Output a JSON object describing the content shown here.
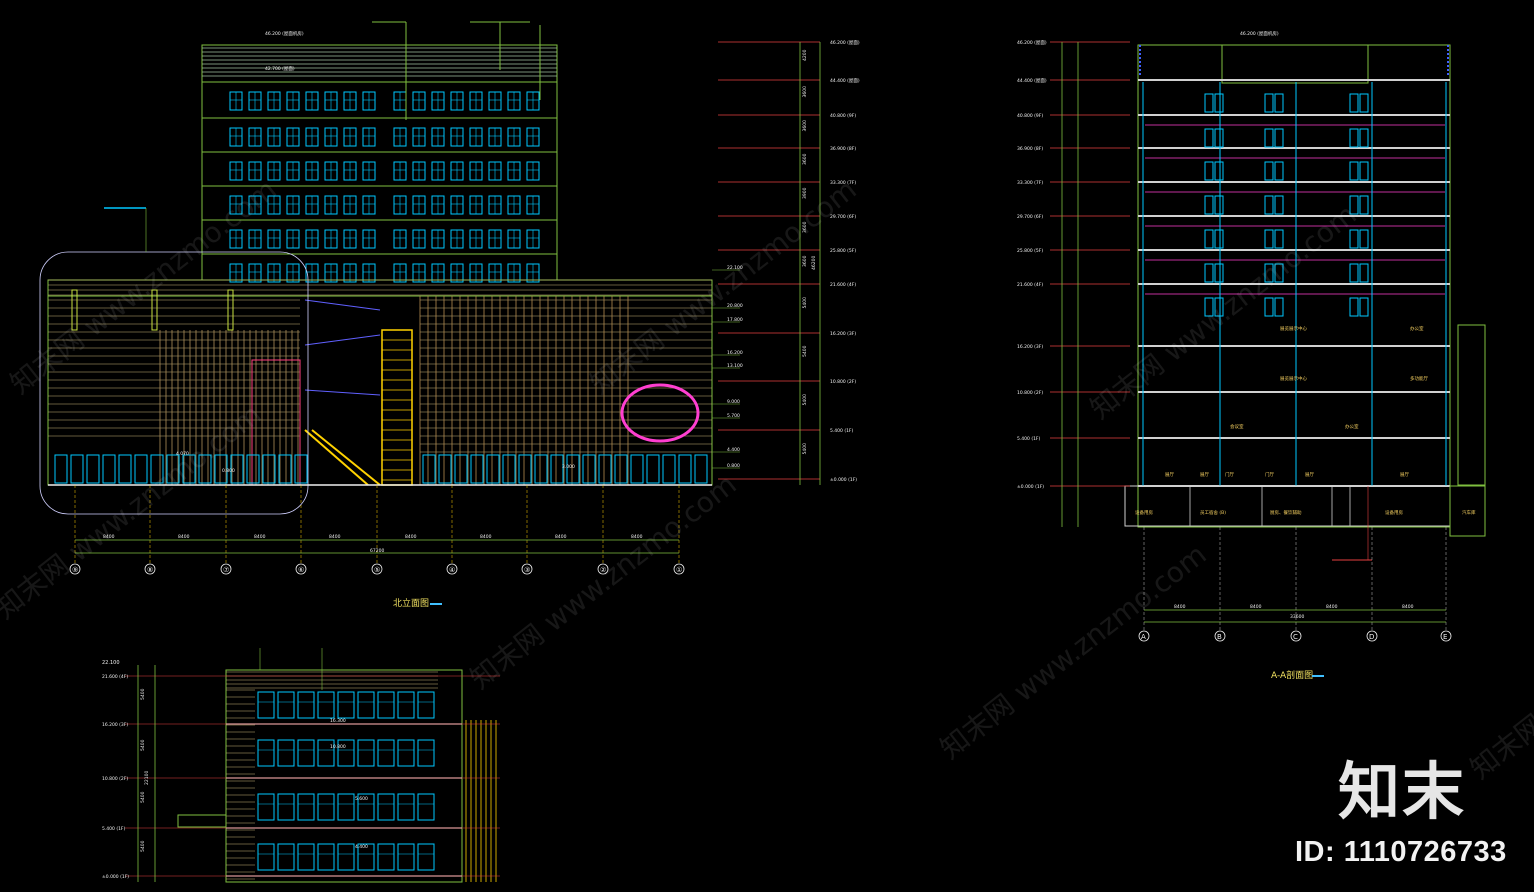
{
  "drawings": {
    "north_elevation": {
      "title": "北立面图",
      "top_elev": "46.200 (屋面机房)",
      "roof_elev": "42.700 (屋面)",
      "grid_labels": [
        "⑨",
        "⑧",
        "⑦",
        "⑥",
        "⑤",
        "④",
        "③",
        "②",
        "①"
      ],
      "dims": [
        "8400",
        "8400",
        "8400",
        "8400",
        "8400",
        "8400",
        "8400",
        "8400"
      ],
      "total_dim": "67200",
      "floor_labels": [
        "46.200 (屋面)",
        "44.400 (屋面)",
        "40.800 (9F)",
        "36.900 (8F)",
        "33.300 (7F)",
        "29.700 (6F)",
        "25.800 (5F)",
        "21.600 (4F)",
        "16.200 (3F)",
        "10.800 (2F)",
        "5.400 (1F)",
        "±0.000 (1F)"
      ],
      "floor_heights": [
        "4200",
        "3600",
        "3600",
        "3600",
        "3900",
        "3600",
        "3600",
        "5400",
        "5400",
        "5400",
        "5400"
      ],
      "note_elevs": [
        "22.100",
        "20.800",
        "17.800",
        "16.200",
        "13.100",
        "9.000",
        "5.700",
        "4.400",
        "0.800"
      ],
      "inside_marks": [
        "4.070",
        "0.800",
        "3.000"
      ],
      "total_height": "46200"
    },
    "section_aa": {
      "title": "A-A剖面图",
      "top_elev": "46.200 (屋面机房)",
      "floor_labels": [
        "46.200 (屋面)",
        "44.400 (屋面)",
        "40.800 (9F)",
        "36.900 (8F)",
        "33.300 (7F)",
        "29.700 (6F)",
        "25.800 (5F)",
        "21.600 (4F)",
        "16.200 (3F)",
        "10.800 (2F)",
        "5.400 (1F)",
        "±0.000 (1F)"
      ],
      "room_labels": [
        "展览展示中心",
        "展览展示中心",
        "会议室",
        "办公室",
        "门厅",
        "展厅",
        "展厅",
        "门厅",
        "展厅",
        "展厅",
        "办公室",
        "多功能厅"
      ],
      "base_labels": [
        "设备用房",
        "员工宿舍 (B)",
        "厨房、餐饮辅助",
        "设备用房",
        "汽车库"
      ],
      "grid_labels": [
        "A",
        "B",
        "C",
        "D",
        "E"
      ],
      "dims": [
        "8400",
        "8400",
        "8400",
        "8400"
      ],
      "total_dim": "33600"
    },
    "side_elevation": {
      "top_elev": "22.100",
      "floor_labels": [
        "21.600 (4F)",
        "16.200 (3F)",
        "10.800 (2F)",
        "5.400 (1F)",
        "±0.000 (1F)"
      ],
      "heights": [
        "5400",
        "5400",
        "5400",
        "5400"
      ],
      "total_height": "22100",
      "inside_marks": [
        "16.300",
        "10.800",
        "5.600",
        "4.400"
      ]
    }
  },
  "colors": {
    "background": "#000000",
    "facade_green": "#7fbf3f",
    "window_cyan": "#00c8ff",
    "axis_yellow": "#ffd200",
    "revision_magenta": "#ff3fd0",
    "dim_red": "#e64040",
    "text_white": "#f0f0f0"
  },
  "branding": {
    "logo": "知末",
    "id_label": "ID: 1110726733",
    "watermark": "知末网 www.znzmo.com"
  }
}
